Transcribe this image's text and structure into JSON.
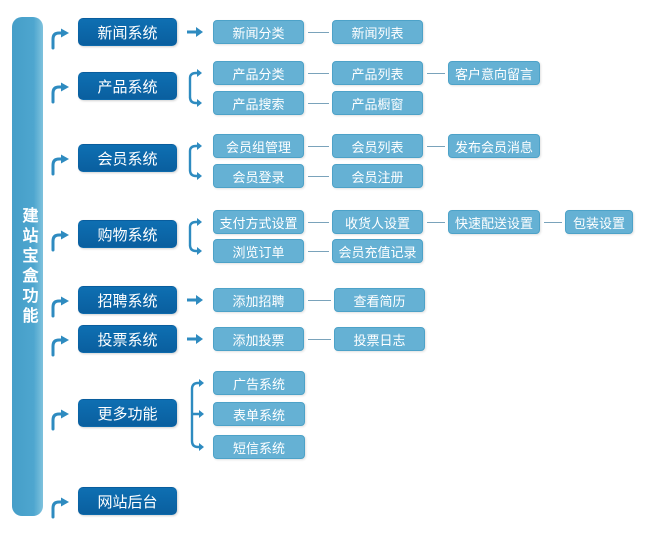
{
  "sidebar": {
    "label": "建站宝盒功能"
  },
  "systems": [
    {
      "label": "新闻系统",
      "children": [
        [
          "新闻分类",
          "新闻列表"
        ]
      ]
    },
    {
      "label": "产品系统",
      "children": [
        [
          "产品分类",
          "产品列表",
          "客户意向留言"
        ],
        [
          "产品搜索",
          "产品橱窗"
        ]
      ]
    },
    {
      "label": "会员系统",
      "children": [
        [
          "会员组管理",
          "会员列表",
          "发布会员消息"
        ],
        [
          "会员登录",
          "会员注册"
        ]
      ]
    },
    {
      "label": "购物系统",
      "children": [
        [
          "支付方式设置",
          "收货人设置",
          "快速配送设置",
          "包装设置"
        ],
        [
          "浏览订单",
          "会员充值记录"
        ]
      ]
    },
    {
      "label": "招聘系统",
      "children": [
        [
          "添加招聘",
          "查看简历"
        ]
      ]
    },
    {
      "label": "投票系统",
      "children": [
        [
          "添加投票",
          "投票日志"
        ]
      ]
    },
    {
      "label": "更多功能",
      "children": [
        [
          "广告系统"
        ],
        [
          "表单系统"
        ],
        [
          "短信系统"
        ]
      ]
    },
    {
      "label": "网站后台",
      "children": []
    }
  ],
  "colors": {
    "sidebar_bar": "#4aa3cc",
    "system_box": "#0b64a6",
    "feature_box": "#65b1d4",
    "arrow": "#2e8bc0",
    "connector_line": "#7aa3bb",
    "text": "#ffffff",
    "background": "#ffffff"
  }
}
